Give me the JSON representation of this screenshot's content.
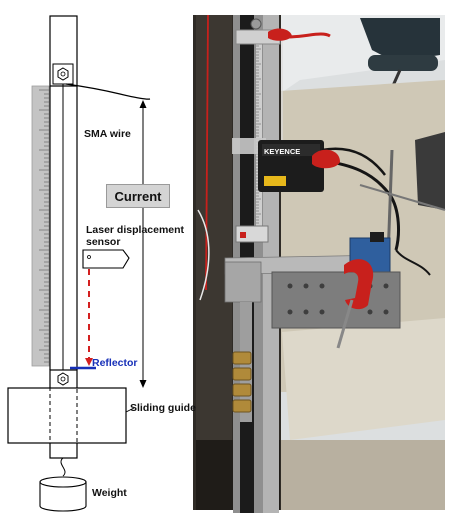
{
  "diagram": {
    "labels": {
      "sma_wire": "SMA wire",
      "current": "Current",
      "laser_sensor_line1": "Laser displacement",
      "laser_sensor_line2": "sensor",
      "reflector": "Reflector",
      "sliding_guide": "Sliding guide",
      "weight": "Weight"
    },
    "colors": {
      "laser_beam": "#d42020",
      "reflector": "#1730b8",
      "ruler": "#bdbdbd",
      "outline": "#000000"
    }
  },
  "photo": {
    "brand_label": "KEYENCE",
    "colors": {
      "bench_dark": "#2f2b26",
      "table_top": "#cfc8b6",
      "wall": "#dcdfe0",
      "red_clamp": "#c8201c",
      "blue_magnet": "#2f5f9e",
      "sensor_body": "#1c1c1c",
      "sensor_tag": "#e7b81b",
      "floor": "#b8b0a0"
    }
  }
}
